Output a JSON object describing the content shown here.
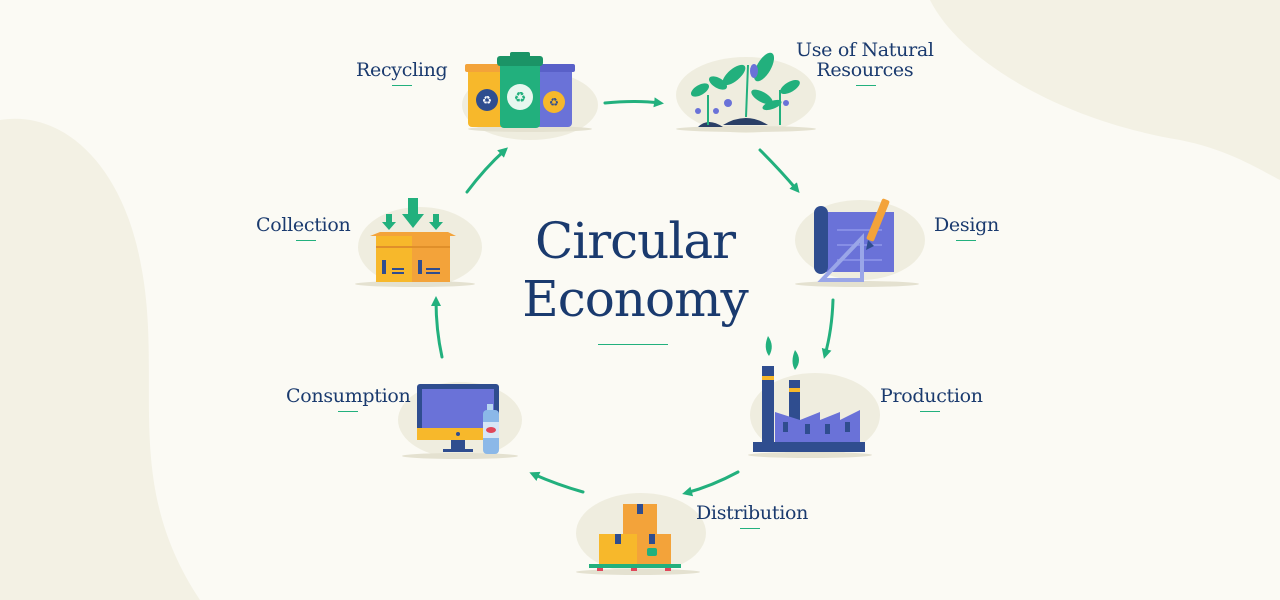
{
  "title": {
    "line1": "Circular",
    "line2": "Economy"
  },
  "stages": {
    "recycling": "Recycling",
    "natural_resources_l1": "Use of Natural",
    "natural_resources_l2": "Resources",
    "design": "Design",
    "production": "Production",
    "distribution": "Distribution",
    "consumption": "Consumption",
    "collection": "Collection"
  },
  "colors": {
    "text": "#1a3a6e",
    "arrow": "#22b07d",
    "yellow": "#f7b82b",
    "green": "#22b07d",
    "blue": "#6a72d8",
    "navy": "#2f4d8f",
    "orange": "#f3a33a"
  }
}
